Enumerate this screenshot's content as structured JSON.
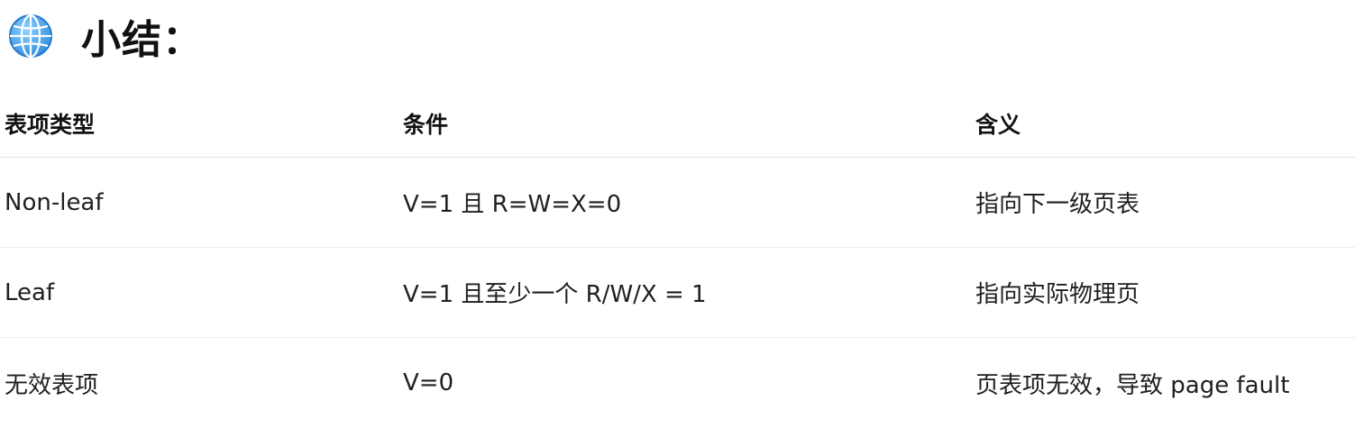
{
  "heading": {
    "icon": "globe-icon",
    "title": "小结："
  },
  "table": {
    "headers": [
      "表项类型",
      "条件",
      "含义"
    ],
    "rows": [
      [
        "Non-leaf",
        "V=1 且 R=W=X=0",
        "指向下一级页表"
      ],
      [
        "Leaf",
        "V=1 且至少一个 R/W/X = 1",
        "指向实际物理页"
      ],
      [
        "无效表项",
        "V=0",
        "页表项无效，导致 page fault"
      ]
    ]
  }
}
